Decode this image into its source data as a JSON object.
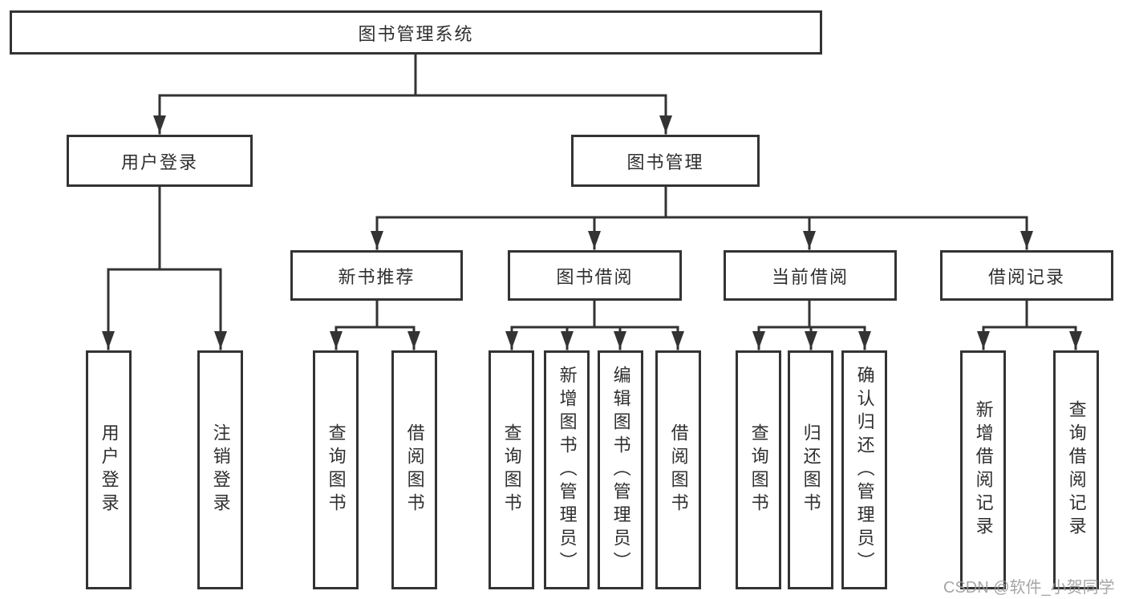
{
  "diagram": {
    "root": {
      "label": "图书管理系统"
    },
    "level2": [
      {
        "id": "user-login",
        "label": "用户登录"
      },
      {
        "id": "book-management",
        "label": "图书管理"
      }
    ],
    "level3": [
      {
        "id": "new-book-recommendation",
        "label": "新书推荐",
        "parent": "book-management"
      },
      {
        "id": "book-borrowing",
        "label": "图书借阅",
        "parent": "book-management"
      },
      {
        "id": "current-borrowing",
        "label": "当前借阅",
        "parent": "book-management"
      },
      {
        "id": "borrowing-records",
        "label": "借阅记录",
        "parent": "book-management"
      }
    ],
    "leaves": [
      {
        "group": "user-login",
        "label": "用户登录"
      },
      {
        "group": "user-login",
        "label": "注销登录"
      },
      {
        "group": "new-book-recommendation",
        "label": "查询图书"
      },
      {
        "group": "new-book-recommendation",
        "label": "借阅图书"
      },
      {
        "group": "book-borrowing",
        "label": "查询图书"
      },
      {
        "group": "book-borrowing",
        "label": "新增图书（管理员）"
      },
      {
        "group": "book-borrowing",
        "label": "编辑图书（管理员）"
      },
      {
        "group": "book-borrowing",
        "label": "借阅图书"
      },
      {
        "group": "current-borrowing",
        "label": "查询图书"
      },
      {
        "group": "current-borrowing",
        "label": "归还图书"
      },
      {
        "group": "current-borrowing",
        "label": "确认归还（管理员）"
      },
      {
        "group": "borrowing-records",
        "label": "新增借阅记录"
      },
      {
        "group": "borrowing-records",
        "label": "查询借阅记录"
      }
    ]
  },
  "watermark": {
    "text": "CSDN @软件_小贺同学"
  },
  "colors": {
    "line": "#333333",
    "text": "#2f2f2f",
    "background": "#ffffff",
    "watermark": "#9a9a9a"
  }
}
